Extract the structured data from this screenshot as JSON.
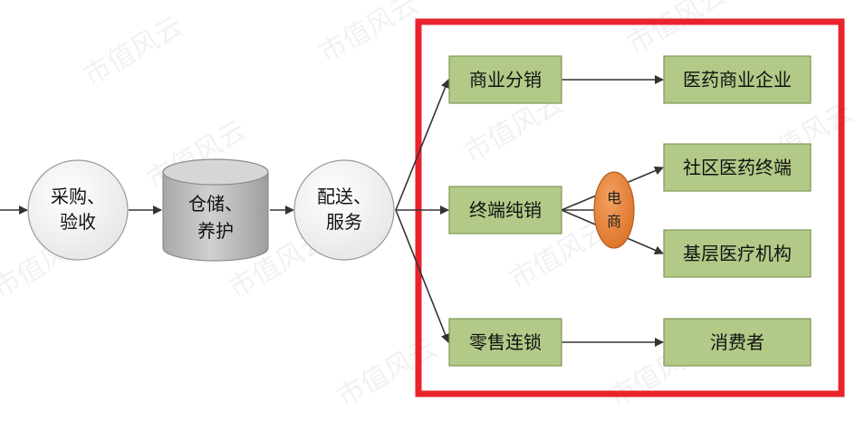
{
  "watermark": "市值风云",
  "nodes": {
    "purchase": {
      "line1": "采购、",
      "line2": "验收"
    },
    "storage": {
      "line1": "仓储、",
      "line2": "养护"
    },
    "delivery": {
      "line1": "配送、",
      "line2": "服务"
    },
    "commercial": "商业分销",
    "terminal": "终端纯销",
    "retail": "零售连锁",
    "pharma_enterprise": "医药商业企业",
    "community_pharma": "社区医药终端",
    "grassroots": "基层医疗机构",
    "consumer": "消费者",
    "ecommerce": {
      "char1": "电",
      "char2": "商"
    }
  },
  "colors": {
    "highlight_border": "#e8232b",
    "green_fill": "#b2c987",
    "green_border": "#7f9a55",
    "orange_fill": "#e9873a",
    "gray_fill": "#bdbdbd",
    "circle_fill": "#f2f2f2",
    "arrow": "#333333"
  }
}
